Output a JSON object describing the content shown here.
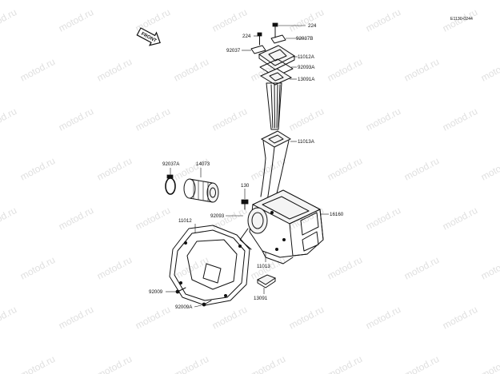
{
  "diagram_code": "E1130-0244",
  "front_arrow_label": "FRONT",
  "watermark": "motod.ru",
  "parts": {
    "p224_top": "224",
    "p224_left": "224",
    "p92037B": "92037B",
    "p92037": "92037",
    "p11012A": "11012A",
    "p92093A": "92093A",
    "p13091A": "13091A",
    "p11013A": "11013A",
    "p92037A": "92037A",
    "p14073": "14073",
    "p130": "130",
    "p92093": "92093",
    "p16160": "16160",
    "p11012": "11012",
    "p11013": "11013",
    "p92009": "92009",
    "p92009A": "92009A",
    "p13091": "13091"
  }
}
